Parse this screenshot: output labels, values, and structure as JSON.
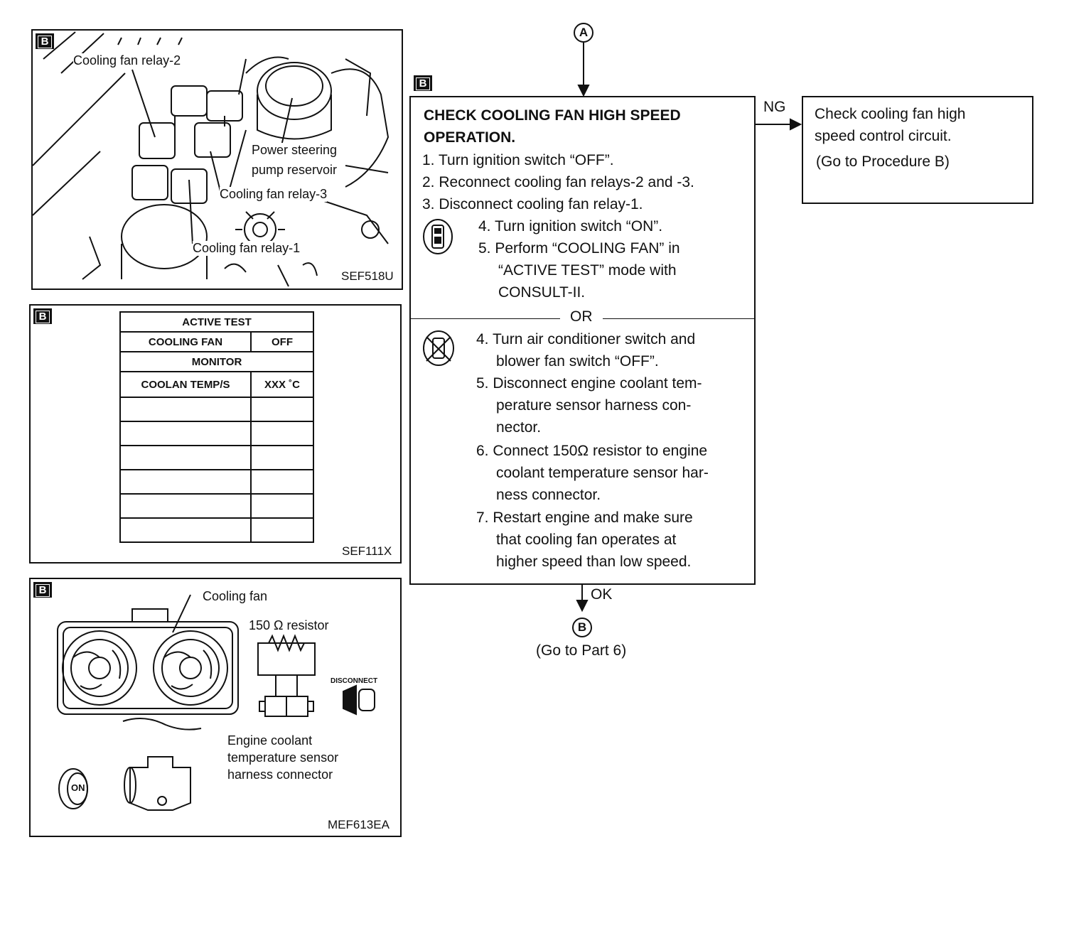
{
  "panel1": {
    "badge": "B",
    "labels": {
      "relay2": "Cooling fan relay-2",
      "ps_line1": "Power steering",
      "ps_line2": "pump reservoir",
      "relay3": "Cooling fan relay-3",
      "relay1": "Cooling fan relay-1"
    },
    "code": "SEF518U"
  },
  "panel2": {
    "badge": "B",
    "table": {
      "header": "ACTIVE TEST",
      "row1_label": "COOLING FAN",
      "row1_value": "OFF",
      "monitor": "MONITOR",
      "row2_label": "COOLAN TEMP/S",
      "row2_value": "XXX ˚C"
    },
    "code": "SEF111X"
  },
  "panel3": {
    "badge": "B",
    "labels": {
      "cooling_fan": "Cooling fan",
      "resistor": "150 Ω  resistor",
      "disconnect": "DISCONNECT",
      "ect_line1": "Engine coolant",
      "ect_line2": "temperature sensor",
      "ect_line3": "harness connector",
      "on": "ON"
    },
    "code": "MEF613EA"
  },
  "flow": {
    "connector_top": "A",
    "badge": "B",
    "title_line1": "CHECK COOLING FAN HIGH SPEED",
    "title_line2": "OPERATION.",
    "steps_common": [
      "1. Turn ignition switch “OFF”.",
      "2. Reconnect cooling fan relays-2 and -3.",
      "3. Disconnect cooling fan relay-1."
    ],
    "steps_consult": [
      "4. Turn ignition switch “ON”.",
      "5. Perform “COOLING FAN” in",
      "“ACTIVE TEST” mode with",
      "CONSULT-II."
    ],
    "or": "OR",
    "steps_manual": [
      "4. Turn air conditioner switch and",
      "blower fan switch “OFF”.",
      "5. Disconnect engine coolant tem-",
      "perature sensor harness con-",
      "nector.",
      "6. Connect 150Ω resistor to engine",
      "coolant temperature sensor har-",
      "ness connector.",
      "7. Restart engine and make sure",
      "that cooling fan operates at",
      "higher speed than low speed."
    ],
    "ng": "NG",
    "ng_box": {
      "line1": "Check cooling fan high",
      "line2": "speed control circuit.",
      "line3": "(Go to Procedure B)"
    },
    "ok": "OK",
    "connector_bottom": "B",
    "go_to": "(Go to Part 6)"
  }
}
